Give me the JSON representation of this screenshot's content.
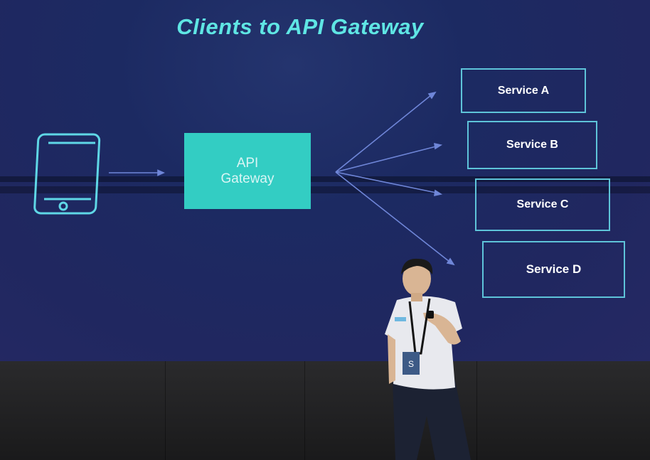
{
  "slide": {
    "title": "Clients to API Gateway",
    "gateway_line1": "API",
    "gateway_line2": "Gateway",
    "services": [
      "Service A",
      "Service B",
      "Service C",
      "Service D"
    ]
  },
  "colors": {
    "screen_background": "#202a62",
    "title_cyan": "#5fe6e4",
    "gateway_fill": "#33cdc3",
    "service_border": "#5ec4d9",
    "arrow_blue": "#6f86d8"
  },
  "presenter": {
    "badge_letter": "S"
  }
}
